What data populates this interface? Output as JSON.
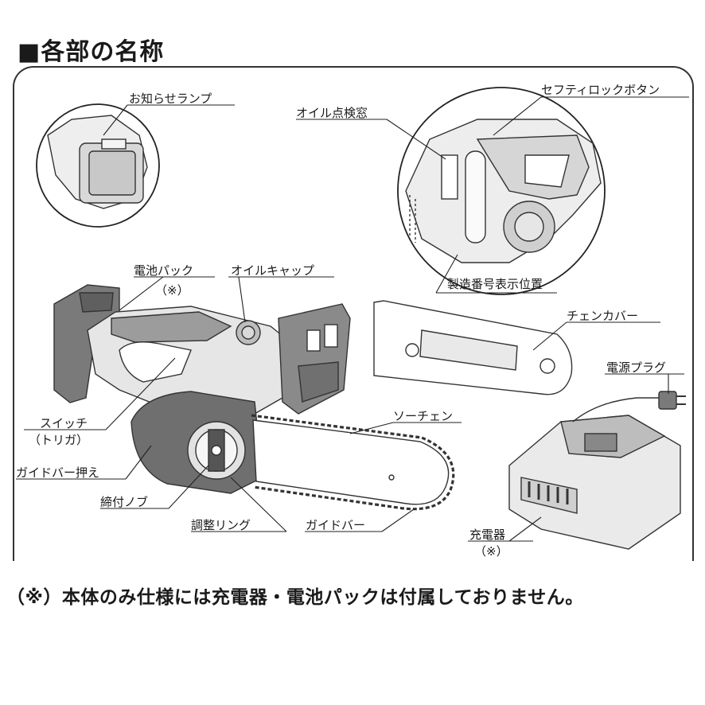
{
  "heading": "■各部の名称",
  "labels": {
    "notification_lamp": "お知らせランプ",
    "oil_window": "オイル点検窓",
    "safety_lock": "セフティロックボタン",
    "battery_pack": "電池パック",
    "battery_note": "（※）",
    "oil_cap": "オイルキャップ",
    "chain_cover": "チェンカバー",
    "serial_position": "製造番号表示位置",
    "power_plug": "電源プラグ",
    "switch": "スイッチ",
    "trigger": "（トリガ）",
    "saw_chain": "ソーチェン",
    "guide_bar_clamp": "ガイドバー押え",
    "tightening_knob": "締付ノブ",
    "adjust_ring": "調整リング",
    "guide_bar": "ガイドバー",
    "charger": "充電器",
    "charger_note": "（※）"
  },
  "footnote": "（※）本体のみ仕様には充電器・電池パックは付属しておりません。"
}
